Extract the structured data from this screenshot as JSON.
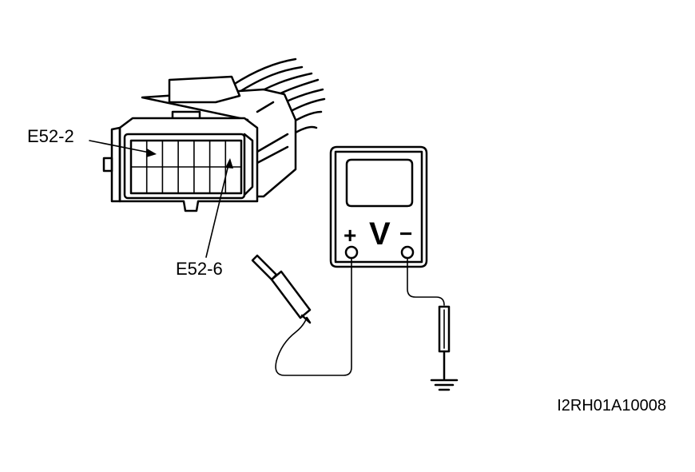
{
  "diagram": {
    "connector": {
      "pin_labels": [
        "E52-2",
        "E52-6"
      ]
    },
    "voltmeter": {
      "symbol": "V",
      "positive_sign": "+",
      "negative_sign": "−"
    },
    "figure_code": "I2RH01A10008",
    "colors": {
      "ink": "#000000",
      "paper": "#ffffff"
    }
  }
}
